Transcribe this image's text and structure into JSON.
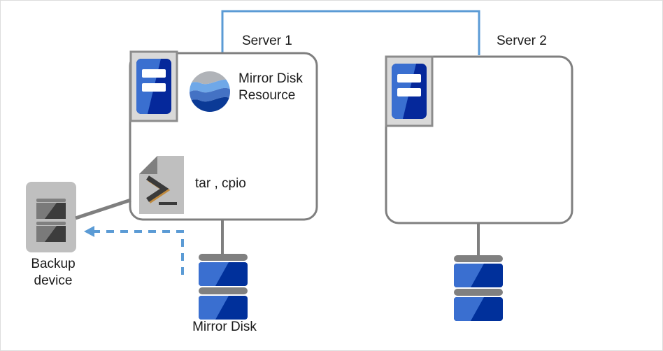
{
  "diagram": {
    "title_server1": "Server 1",
    "title_server2": "Server 2",
    "mirror_disk_resource_label": "Mirror\nDisk\nResource",
    "script_tools_label": "tar , cpio",
    "mirror_disk_label": "Mirror Disk",
    "backup_device_label": "Backup\ndevice",
    "icons": {
      "server1_icon": "server-icon",
      "server2_icon": "server-icon",
      "mirror_disk_resource_icon": "globe-resource-icon",
      "script_icon": "script-terminal-icon",
      "backup_device_icon": "backup-device-icon",
      "mirror_disk_icon": "disk-stack-icon",
      "server2_disk_icon": "disk-stack-icon",
      "backup_arrow_icon": "dashed-left-arrow-icon",
      "interconnect_icon": "interconnect-line-icon"
    },
    "colors": {
      "accent_blue": "#5b9bd5",
      "server_icon_light_blue": "#3a6fd0",
      "server_icon_dark_blue": "#05289b",
      "disk_light_blue": "#3a6fd0",
      "disk_dark_blue": "#00309b",
      "disk_cap_gray": "#808080",
      "outline_gray": "#7f7f7f",
      "device_gray": "#bfbfbf",
      "frame_gray": "#d9d9d9",
      "text_color": "#1a1a1a",
      "canvas_border": "#dcdcdc"
    }
  }
}
